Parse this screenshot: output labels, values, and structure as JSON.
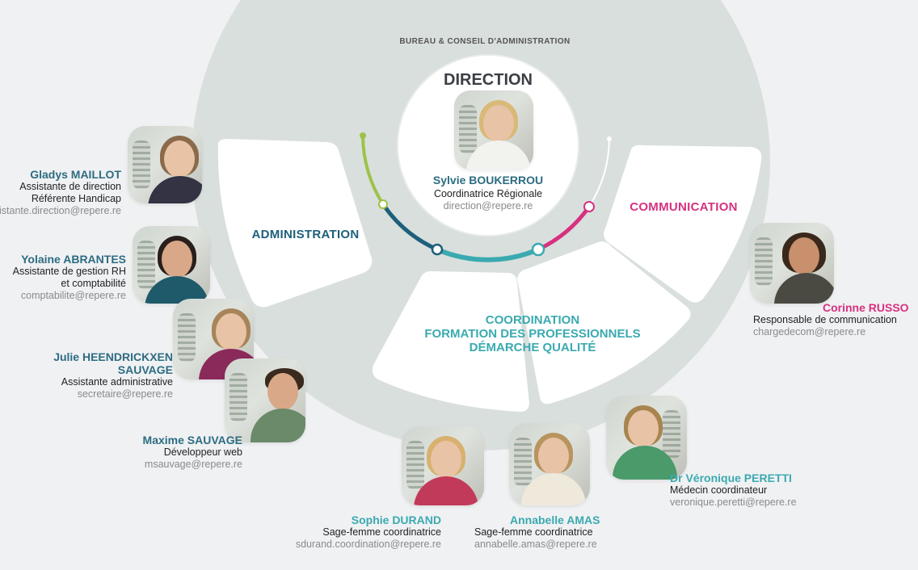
{
  "header": {
    "board_label": "BUREAU & CONSEIL D'ADMINISTRATION"
  },
  "direction": {
    "title": "DIRECTION",
    "name": "Sylvie BOUKERROU",
    "role": "Coordinatrice Régionale",
    "email": "direction@repere.re"
  },
  "sections": {
    "administration": "ADMINISTRATION",
    "communication": "COMMUNICATION",
    "coordination": [
      "COORDINATION",
      "FORMATION DES PROFESSIONNELS",
      "DÉMARCHE QUALITÉ"
    ]
  },
  "people": [
    {
      "name": "Gladys MAILLOT",
      "roles": [
        "Assistante de direction",
        "Référente Handicap"
      ],
      "email": "assistante.direction@repere.re"
    },
    {
      "name": "Yolaine ABRANTES",
      "roles": [
        "Assistante de gestion RH",
        "et comptabilité"
      ],
      "email": "comptabilite@repere.re"
    },
    {
      "name_lines": [
        "Julie HEENDRICKXEN",
        "SAUVAGE"
      ],
      "roles": [
        "Assistante administrative"
      ],
      "email": "secretaire@repere.re"
    },
    {
      "name": "Maxime SAUVAGE",
      "roles": [
        "Développeur web"
      ],
      "email": "msauvage@repere.re"
    },
    {
      "name": "Sophie DURAND",
      "roles": [
        "Sage-femme coordinatrice"
      ],
      "email": "sdurand.coordination@repere.re"
    },
    {
      "name": "Annabelle AMAS",
      "roles": [
        "Sage-femme coordinatrice"
      ],
      "email": "annabelle.amas@repere.re"
    },
    {
      "name": "Dr Véronique PERETTI",
      "roles": [
        "Médecin coordinateur"
      ],
      "email": "veronique.peretti@repere.re"
    },
    {
      "name": "Corinne RUSSO",
      "roles": [
        "Responsable de communication"
      ],
      "email": "chargedecom@repere.re"
    }
  ],
  "colors": {
    "teal": "#2d6c82",
    "turquoise": "#3aaab0",
    "magenta": "#d6317f",
    "lime": "#9dc24a",
    "ring": "#d9dfdd"
  }
}
